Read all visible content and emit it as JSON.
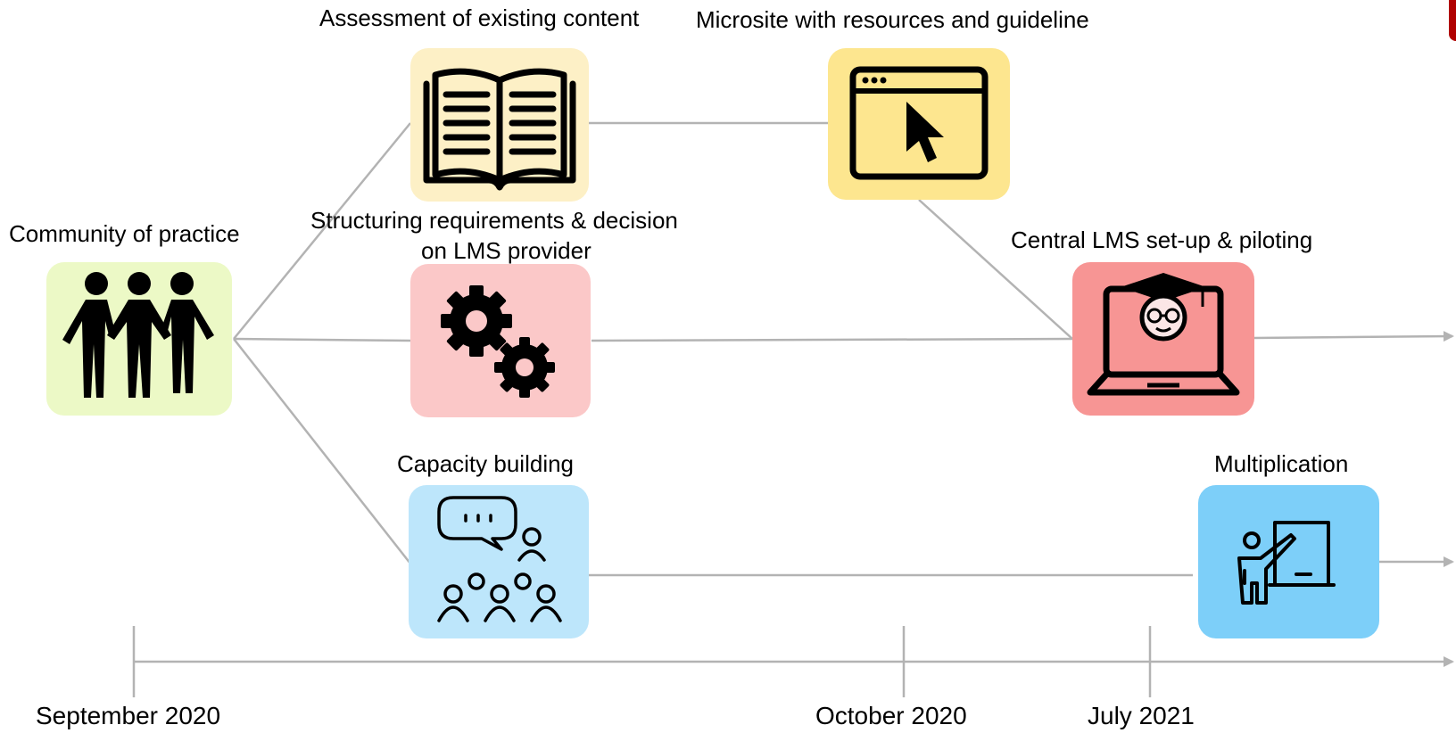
{
  "nodes": {
    "community": {
      "label": "Community of practice",
      "color": "#ecf9c6",
      "icon": "group-of-people-icon"
    },
    "assessment": {
      "label": "Assessment of existing content",
      "color": "#fdf0c6",
      "icon": "open-book-icon"
    },
    "microsite": {
      "label": "Microsite with resources and guideline",
      "color": "#fde68f",
      "icon": "browser-cursor-icon"
    },
    "structuring": {
      "label_line1": "Structuring requirements & decision",
      "label_line2": "on LMS provider",
      "color": "#fbc8c8",
      "icon": "gears-icon"
    },
    "lms": {
      "label": "Central LMS set-up & piloting",
      "color": "#f79594",
      "icon": "laptop-graduate-icon"
    },
    "capacity": {
      "label": "Capacity building",
      "color": "#bde6fb",
      "icon": "group-discussion-icon"
    },
    "multiplication": {
      "label": "Multiplication",
      "color": "#7dcff9",
      "icon": "teacher-board-icon"
    }
  },
  "timeline": {
    "dates": [
      "September 2020",
      "October 2020",
      "July 2021"
    ]
  },
  "colors": {
    "connector": "#b3b3b3",
    "corner_accent": "#b00000"
  }
}
